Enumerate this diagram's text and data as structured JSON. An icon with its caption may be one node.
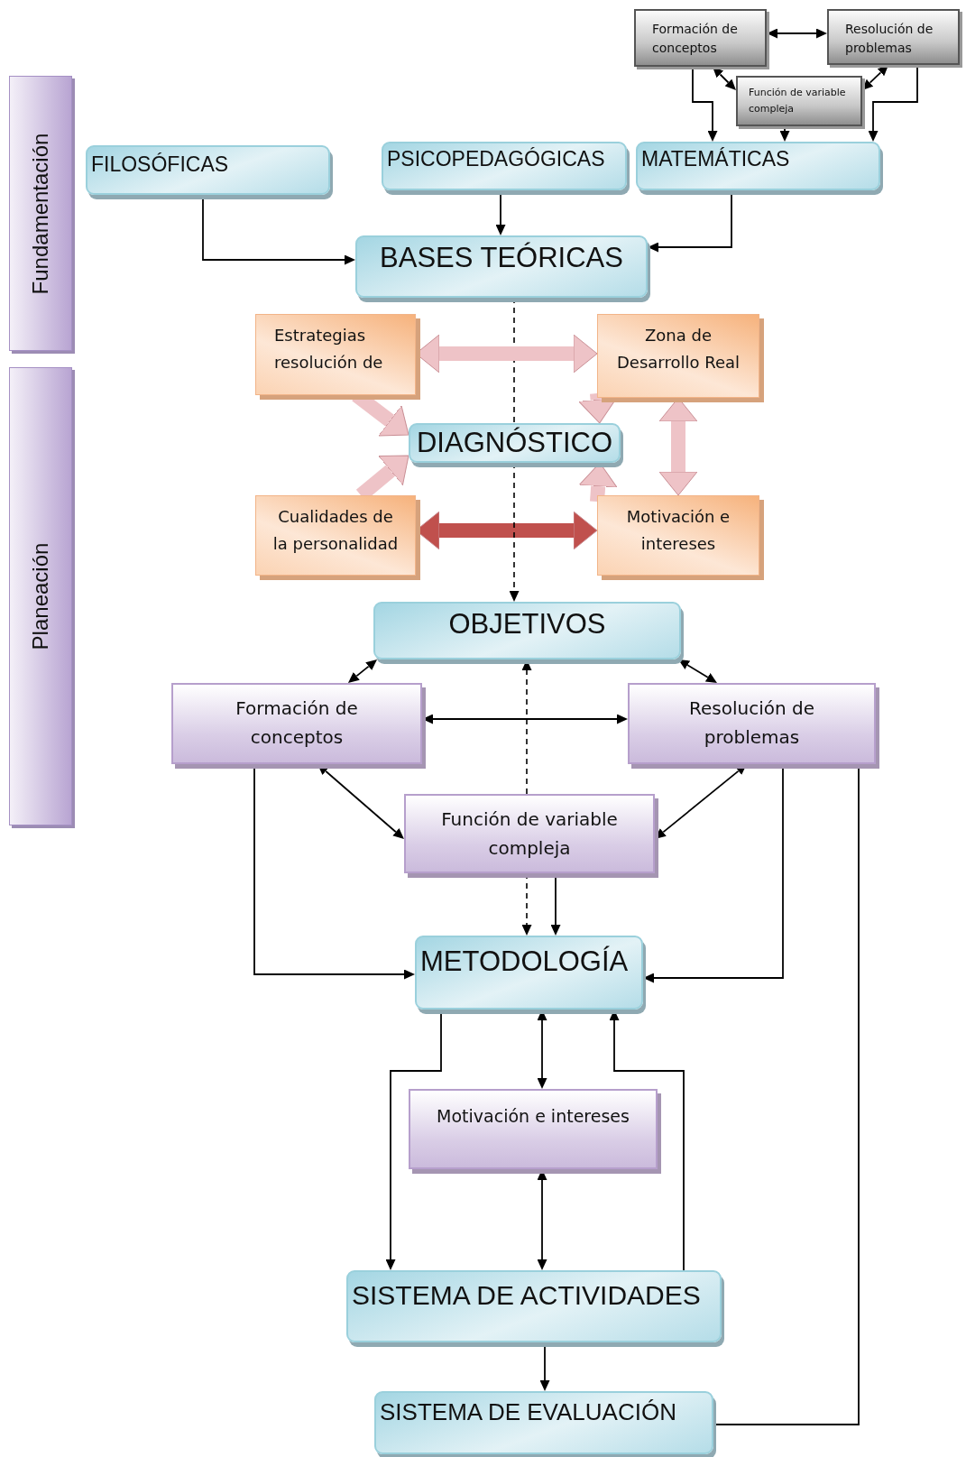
{
  "diagram": {
    "nodes": [
      {
        "text": [
          "Fundamentación"
        ]
      },
      {
        "text": [
          "Planeación"
        ]
      },
      {
        "text": [
          "Formación de conceptos"
        ]
      },
      {
        "text": [
          "Resolución de problemas"
        ]
      },
      {
        "text": [
          "Función de variable compleja"
        ]
      },
      {
        "text": [
          "FILOSÓFICAS"
        ]
      },
      {
        "text": [
          "PSICOPEDAGÓGICAS"
        ]
      },
      {
        "text": [
          "MATEMÁTICAS"
        ]
      },
      {
        "text": [
          "BASES TEÓRICAS"
        ]
      },
      {
        "text": [
          "Estrategias resolución de"
        ]
      },
      {
        "text": [
          "Zona de Desarrollo Real"
        ]
      },
      {
        "text": [
          "DIAGNÓSTICO"
        ]
      },
      {
        "text": [
          "Cualidades de la personalidad"
        ]
      },
      {
        "text": [
          "Motivación e intereses"
        ]
      },
      {
        "text": [
          "OBJETIVOS"
        ]
      },
      {
        "text": [
          "Formación de conceptos"
        ]
      },
      {
        "text": [
          "Resolución de problemas"
        ]
      },
      {
        "text": [
          "Función de variable compleja"
        ]
      },
      {
        "text": [
          "METODOLOGÍA"
        ]
      },
      {
        "text": [
          "Motivación e intereses"
        ]
      },
      {
        "text": [
          "SISTEMA DE ACTIVIDADES"
        ]
      },
      {
        "text": [
          "SISTEMA DE EVALUACIÓN"
        ]
      }
    ],
    "edges": [
      {
        "from": 2,
        "to": 3,
        "arrow": "both"
      },
      {
        "from": 2,
        "to": 4,
        "arrow": "both"
      },
      {
        "from": 3,
        "to": 4,
        "arrow": "both"
      },
      {
        "from": 2,
        "to": 7,
        "arrow": "to"
      },
      {
        "from": 4,
        "to": 7,
        "arrow": "to"
      },
      {
        "from": 3,
        "to": 7,
        "arrow": "to"
      },
      {
        "from": 5,
        "to": 8,
        "arrow": "to"
      },
      {
        "from": 6,
        "to": 8,
        "arrow": "to"
      },
      {
        "from": 7,
        "to": 8,
        "arrow": "to"
      },
      {
        "from": 8,
        "to": 11,
        "arrow": "none",
        "style": "dashed"
      },
      {
        "from": 9,
        "to": 10,
        "arrow": "both",
        "style": "thick",
        "color": "#eec3c7"
      },
      {
        "from": 12,
        "to": 13,
        "arrow": "both",
        "style": "thick",
        "color": "#c0504d"
      },
      {
        "from": 10,
        "to": 13,
        "arrow": "both",
        "style": "thick",
        "color": "#eec3c7"
      },
      {
        "from": 9,
        "to": 11,
        "arrow": "to",
        "style": "thick",
        "color": "#eec3c7"
      },
      {
        "from": 12,
        "to": 11,
        "arrow": "to",
        "style": "thick",
        "color": "#eec3c7"
      },
      {
        "from": 10,
        "to": 11,
        "arrow": "to",
        "style": "thick",
        "color": "#eec3c7"
      },
      {
        "from": 13,
        "to": 11,
        "arrow": "to",
        "style": "thick",
        "color": "#eec3c7"
      },
      {
        "from": 14,
        "to": 15,
        "arrow": "both"
      },
      {
        "from": 14,
        "to": 16,
        "arrow": "both"
      },
      {
        "from": 15,
        "to": 16,
        "arrow": "both"
      },
      {
        "from": 15,
        "to": 17,
        "arrow": "both"
      },
      {
        "from": 16,
        "to": 17,
        "arrow": "both"
      },
      {
        "from": 17,
        "to": 14,
        "arrow": "to",
        "style": "dashed"
      },
      {
        "from": 17,
        "to": 18,
        "arrow": "to"
      },
      {
        "from": 15,
        "to": 18,
        "arrow": "to"
      },
      {
        "from": 16,
        "to": 18,
        "arrow": "to"
      },
      {
        "from": 16,
        "to": 21,
        "arrow": "none"
      },
      {
        "from": 18,
        "to": 19,
        "arrow": "both"
      },
      {
        "from": 19,
        "to": 20,
        "arrow": "both"
      },
      {
        "from": 18,
        "to": 20,
        "arrow": "to"
      },
      {
        "from": 20,
        "to": 18,
        "arrow": "to"
      },
      {
        "from": 20,
        "to": 21,
        "arrow": "to"
      },
      {
        "from": 11,
        "to": 14,
        "arrow": "to",
        "style": "dashed"
      },
      {
        "from": 17,
        "to": 18,
        "arrow": "to",
        "style": "dashed"
      }
    ]
  }
}
